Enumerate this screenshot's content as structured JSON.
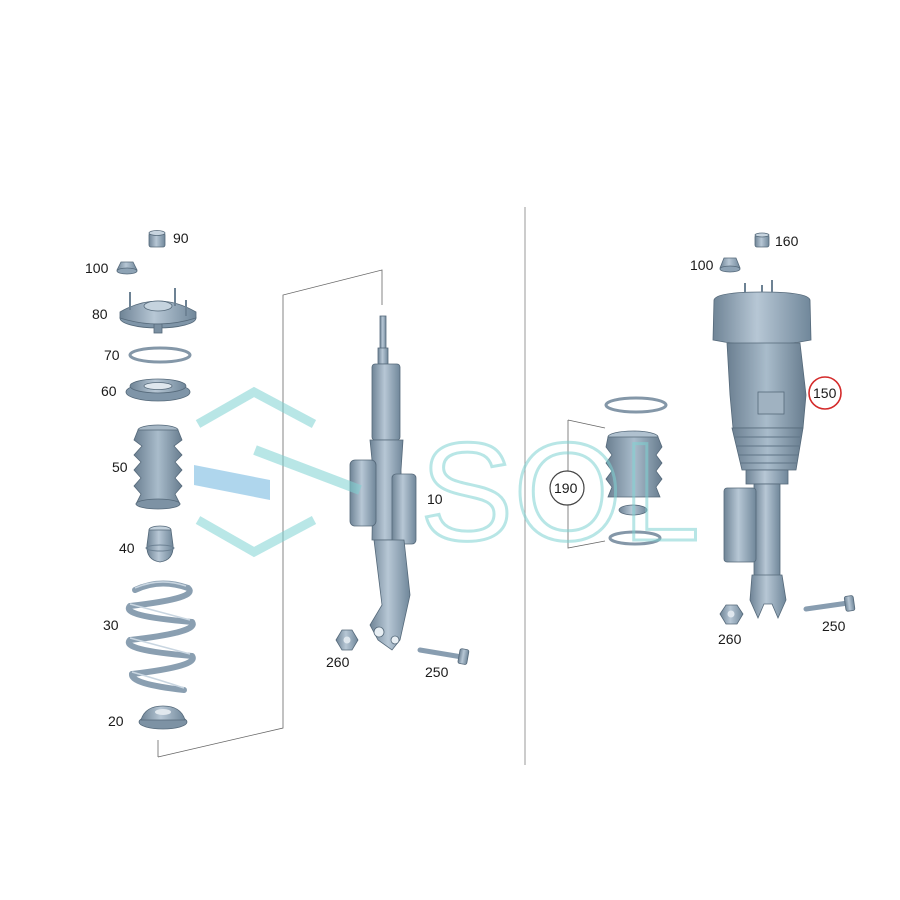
{
  "left_assembly": {
    "labels": {
      "p90": "90",
      "p100": "100",
      "p80": "80",
      "p70": "70",
      "p60": "60",
      "p50": "50",
      "p40": "40",
      "p30": "30",
      "p20": "20",
      "p10": "10",
      "p260": "260",
      "p250": "250"
    }
  },
  "right_assembly": {
    "labels": {
      "p160": "160",
      "p100": "100",
      "p150": "150",
      "p190": "190",
      "p260": "260",
      "p250": "250"
    },
    "highlight_color": "#d42a2a"
  },
  "watermark": {
    "text": "SOL",
    "color": "#7fd3d3"
  },
  "colors": {
    "part_fill": "#8ea3b5",
    "part_light": "#b8c8d6",
    "part_dark": "#6d8294"
  }
}
